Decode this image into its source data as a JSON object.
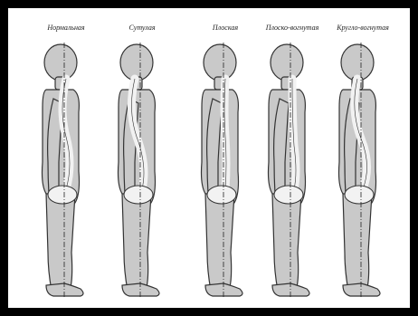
{
  "figure": {
    "labels": [
      "Нормальная",
      "Сутулая",
      "Плоская",
      "Плоско-вогнутая",
      "Кругло-вогнутая"
    ],
    "colors": {
      "frame": "#000000",
      "body_fill": "#c9c9c9",
      "outline": "#333333",
      "spine_fill": "#f2f2f2",
      "axis_line": "#222222"
    }
  }
}
